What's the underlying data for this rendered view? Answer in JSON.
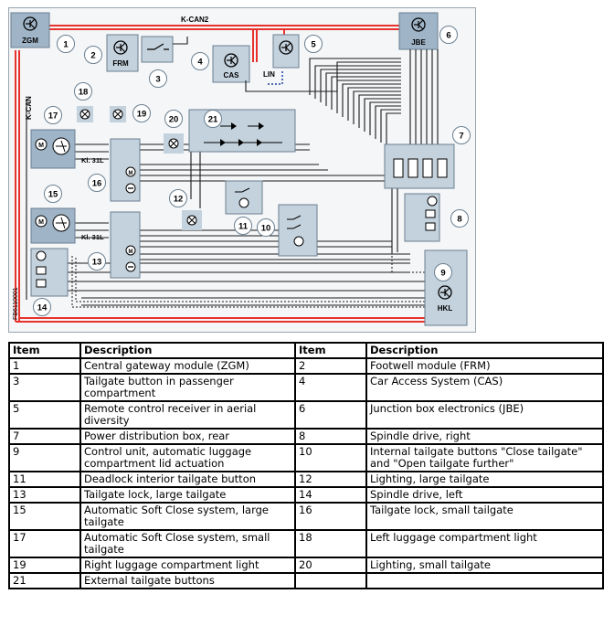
{
  "diagram": {
    "bus_labels": {
      "k_can2": "K-CAN2",
      "k_can": "K-CAN",
      "lin": "LIN"
    },
    "module_labels": {
      "zgm": "ZGM",
      "frm": "FRM",
      "cas": "CAS",
      "jbe": "JBE",
      "hkl": "HKL"
    },
    "kl_labels": {
      "upper": "Kl. 31L",
      "lower": "Kl. 31L"
    },
    "figure_id": "FB6110001",
    "callouts": [
      "1",
      "2",
      "3",
      "4",
      "5",
      "6",
      "7",
      "8",
      "9",
      "10",
      "11",
      "12",
      "13",
      "14",
      "15",
      "16",
      "17",
      "18",
      "19",
      "20",
      "21"
    ],
    "colors": {
      "bus_red": "#e8312b",
      "box_blue": "#c4d2dd",
      "module_blue": "#9fb4c7",
      "frame": "#9aa5ad",
      "wire": "#1a1a1a"
    }
  },
  "table": {
    "headers": [
      "Item",
      "Description",
      "Item",
      "Description"
    ],
    "rows": [
      [
        "1",
        "Central gateway module (ZGM)",
        "2",
        "Footwell module (FRM)"
      ],
      [
        "3",
        "Tailgate button in passenger compartment",
        "4",
        "Car Access System (CAS)"
      ],
      [
        "5",
        "Remote control receiver in aerial diversity",
        "6",
        "Junction box electronics (JBE)"
      ],
      [
        "7",
        "Power distribution box, rear",
        "8",
        "Spindle drive, right"
      ],
      [
        "9",
        "Control unit, automatic luggage compartment lid actuation",
        "10",
        "Internal tailgate buttons \"Close tailgate\" and \"Open tailgate further\""
      ],
      [
        "11",
        "Deadlock interior tailgate button",
        "12",
        "Lighting, large tailgate"
      ],
      [
        "13",
        "Tailgate lock, large tailgate",
        "14",
        "Spindle drive, left"
      ],
      [
        "15",
        "Automatic Soft Close system, large tailgate",
        "16",
        "Tailgate lock, small tailgate"
      ],
      [
        "17",
        "Automatic Soft Close system, small tailgate",
        "18",
        "Left luggage compartment light"
      ],
      [
        "19",
        "Right luggage compartment light",
        "20",
        "Lighting, small tailgate"
      ],
      [
        "21",
        "External tailgate buttons",
        "",
        ""
      ]
    ]
  }
}
